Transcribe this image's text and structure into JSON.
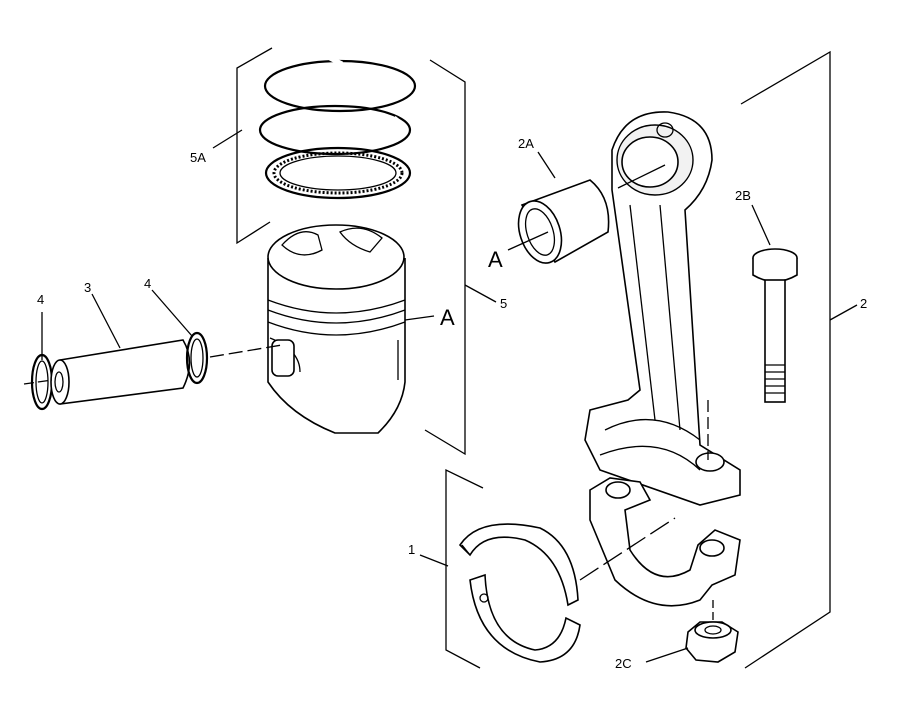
{
  "labels": {
    "l5A": "5A",
    "l5": "5",
    "l4_left": "4",
    "l3": "3",
    "l4_right": "4",
    "lA_piston": "A",
    "l2A": "2A",
    "lA_bushing": "A",
    "l2B": "2B",
    "l2": "2",
    "l1": "1",
    "l2C": "2C"
  }
}
